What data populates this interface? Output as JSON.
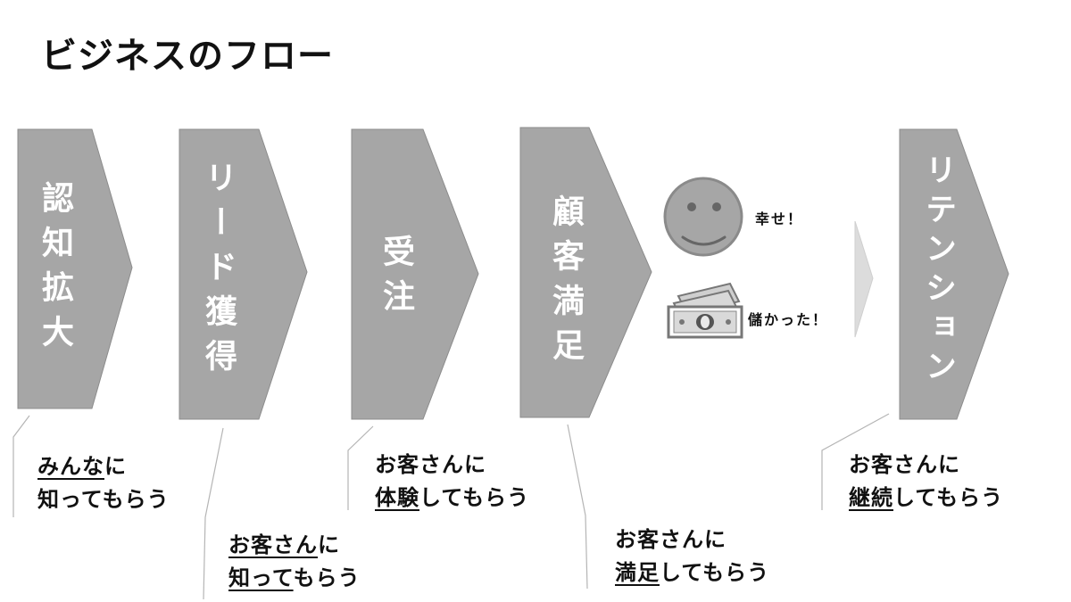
{
  "title": "ビジネスのフロー",
  "stages": [
    {
      "label": "認知拡大"
    },
    {
      "label": "リード獲得"
    },
    {
      "label": "受注"
    },
    {
      "label": "顧客満足"
    },
    {
      "label": "リテンション"
    }
  ],
  "captions": [
    {
      "line1_u": "みんな",
      "line1_rest": "に",
      "line2_u": "",
      "line2_rest": "知ってもらう"
    },
    {
      "line1_u": "お客さん",
      "line1_rest": "に",
      "line2_u": "知って",
      "line2_rest": "もらう"
    },
    {
      "line1_u": "",
      "line1_rest": "お客さんに",
      "line2_u": "体験",
      "line2_rest": "してもらう"
    },
    {
      "line1_u": "",
      "line1_rest": "お客さんに",
      "line2_u": "満足",
      "line2_rest": "してもらう"
    },
    {
      "line1_u": "",
      "line1_rest": "お客さんに",
      "line2_u": "継続",
      "line2_rest": "してもらう"
    }
  ],
  "satisfaction": {
    "happy_text": "幸せ！",
    "money_text": "儲かった！",
    "happy_icon": "smiley-face-icon",
    "money_icon": "money-bills-icon"
  },
  "colors": {
    "shape_fill": "#a6a6a6",
    "shape_stroke": "#8c8c8c",
    "small_arrow": "#dcdcdc"
  }
}
